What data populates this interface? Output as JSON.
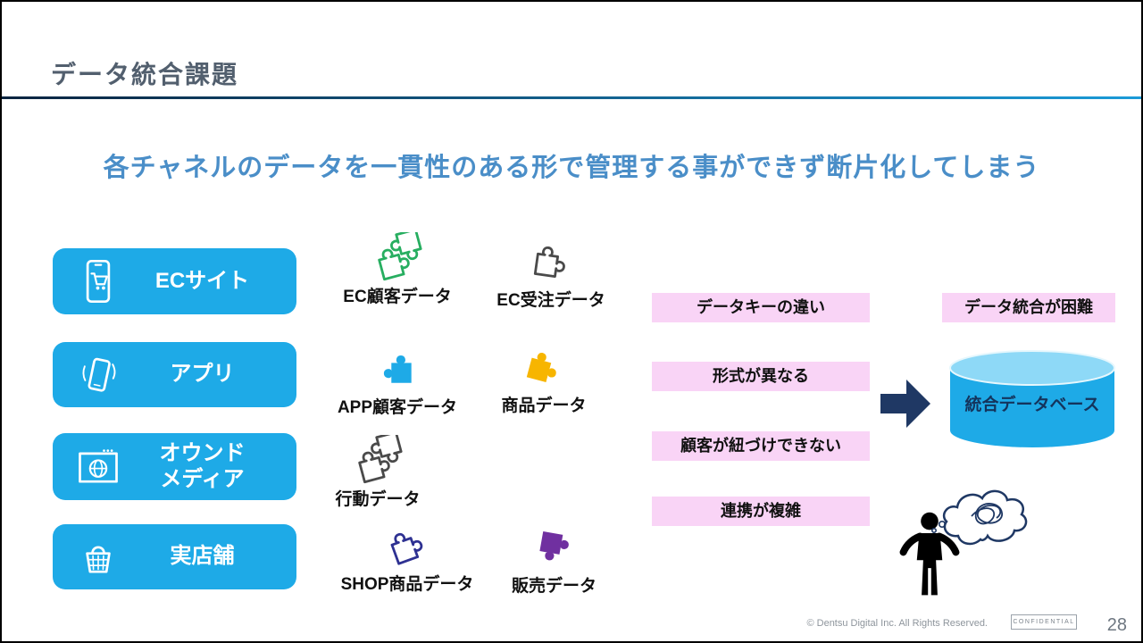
{
  "slide": {
    "title": "データ統合課題",
    "heading": "各チャネルのデータを一貫性のある形で管理する事ができず断片化してしまう",
    "page_number": "28",
    "footer": {
      "copyright": "© Dentsu Digital Inc. All Rights Reserved.",
      "confidential": "CONFIDENTIAL"
    }
  },
  "channels": [
    {
      "icon": "phone-cart-icon",
      "lines": [
        "ECサイト"
      ]
    },
    {
      "icon": "mobile-app-icon",
      "lines": [
        "アプリ"
      ]
    },
    {
      "icon": "browser-globe-icon",
      "lines": [
        "オウンド",
        "メディア"
      ]
    },
    {
      "icon": "shopping-basket-icon",
      "lines": [
        "実店舗"
      ]
    }
  ],
  "data_items": [
    {
      "label": "EC顧客データ",
      "icon": "puzzle-pair-icon",
      "style": "outline",
      "color": "#27ae60"
    },
    {
      "label": "EC受注データ",
      "icon": "puzzle-piece-icon",
      "style": "outline",
      "color": "#4a4a4a"
    },
    {
      "label": "APP顧客データ",
      "icon": "puzzle-piece-icon",
      "style": "filled",
      "color": "#1eaae7"
    },
    {
      "label": "商品データ",
      "icon": "puzzle-piece-icon",
      "style": "filled",
      "color": "#f7b500"
    },
    {
      "label": "行動データ",
      "icon": "puzzle-pair-icon",
      "style": "outline",
      "color": "#4a4a4a"
    },
    {
      "label": "SHOP商品データ",
      "icon": "puzzle-piece-icon",
      "style": "outline",
      "color": "#2e3192"
    },
    {
      "label": "販売データ",
      "icon": "puzzle-piece-icon",
      "style": "filled",
      "color": "#7030a0"
    }
  ],
  "issues": [
    "データキーの違い",
    "形式が異なる",
    "顧客が紐づけできない",
    "連携が複雑"
  ],
  "result": {
    "issue_label": "データ統合が困難",
    "database_label": "統合データベース"
  },
  "colors": {
    "accent_blue": "#1eaae7",
    "heading_blue": "#4a8ec8",
    "issue_pink": "#f9d4f6",
    "arrow_navy": "#1f3864",
    "title_gray": "#525f6e",
    "database_top_blue": "#8ed9f7"
  }
}
